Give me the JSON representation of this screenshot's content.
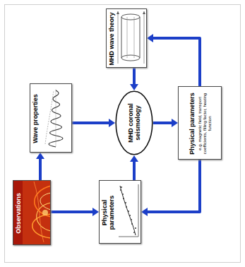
{
  "diagram": {
    "nodes": [
      {
        "text": [
          "MHD wave theory"
        ]
      },
      {
        "text": [
          "Wave properties"
        ]
      },
      {
        "text": [
          "MHD coronal seismology"
        ]
      },
      {
        "text": [
          "Physical parameters",
          "e.g. magnetic field, transport coefficients, filling factor, heating function"
        ]
      },
      {
        "text": [
          "Observations"
        ]
      },
      {
        "text": [
          "Physical parameters"
        ]
      }
    ],
    "edges": [
      {
        "from": 4,
        "to": 1,
        "arrow": "to"
      },
      {
        "from": 4,
        "to": 5,
        "arrow": "to"
      },
      {
        "from": 1,
        "to": 2,
        "arrow": "to"
      },
      {
        "from": 5,
        "to": 2,
        "arrow": "to"
      },
      {
        "from": 0,
        "to": 2,
        "arrow": "to"
      },
      {
        "from": 2,
        "to": 3,
        "arrow": "to"
      },
      {
        "from": 3,
        "to": 0,
        "arrow": "to"
      },
      {
        "from": 3,
        "to": 5,
        "arrow": "to"
      }
    ]
  }
}
